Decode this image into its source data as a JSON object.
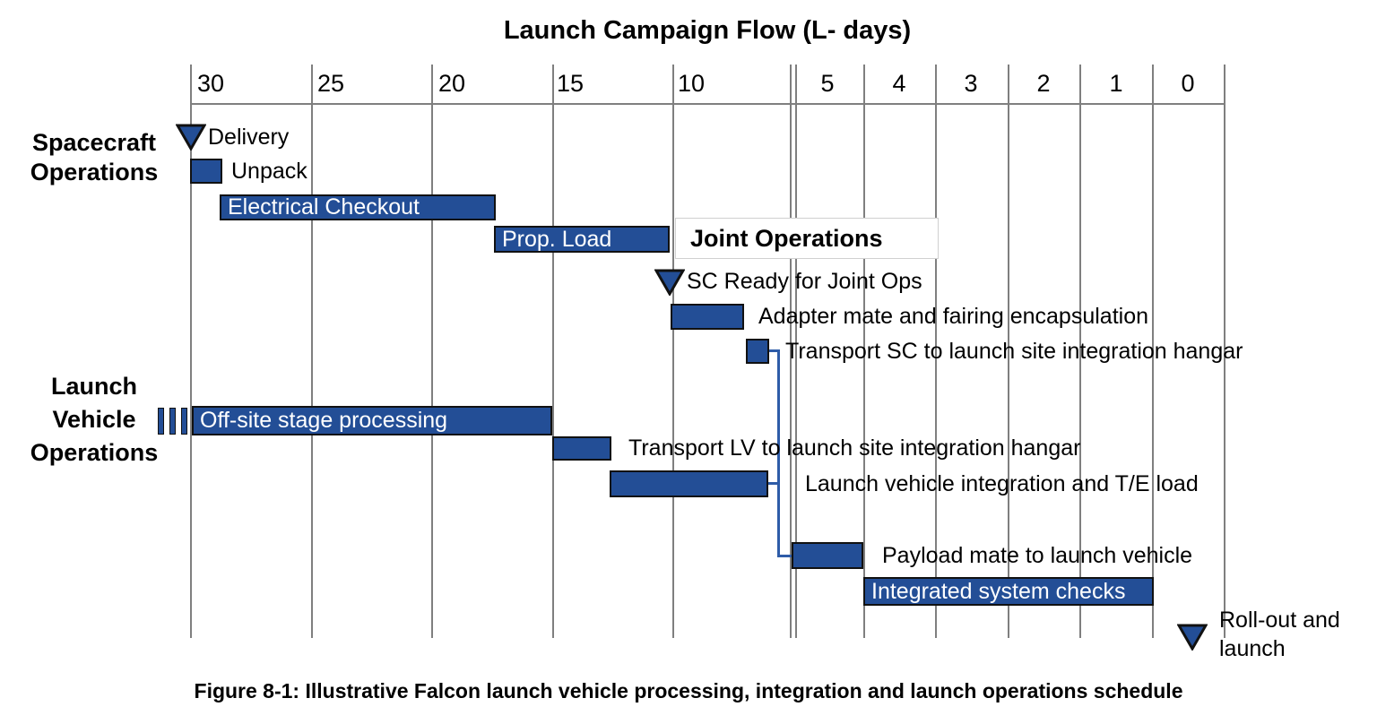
{
  "title": "Launch Campaign Flow (L- days)",
  "caption": "Figure 8-1: Illustrative Falcon launch vehicle processing, integration and launch operations schedule",
  "axis": {
    "ticks": [
      "30",
      "25",
      "20",
      "15",
      "10",
      "5",
      "4",
      "3",
      "2",
      "1",
      "0"
    ]
  },
  "sections": {
    "spacecraft": "Spacecraft\nOperations",
    "launch_vehicle": "Launch\nVehicle\nOperations"
  },
  "tasks": {
    "delivery": {
      "label": "Delivery",
      "type": "milestone",
      "l_day": 30
    },
    "unpack": {
      "label": "Unpack",
      "type": "bar",
      "start": 30,
      "end": 29
    },
    "electrical": {
      "label": "Electrical Checkout",
      "type": "bar",
      "start": 29,
      "end": 17.5
    },
    "prop_load": {
      "label": "Prop. Load",
      "type": "bar",
      "start": 17.5,
      "end": 10
    },
    "joint_ops": {
      "label": "Joint Operations",
      "type": "section-header"
    },
    "sc_ready": {
      "label": "SC Ready for Joint Ops",
      "type": "milestone",
      "l_day": 10
    },
    "adapter": {
      "label": "Adapter mate and fairing encapsulation",
      "type": "bar",
      "start": 10,
      "end": 7
    },
    "transport_sc": {
      "label": "Transport SC to launch site integration hangar",
      "type": "bar",
      "start": 7,
      "end": 6
    },
    "offsite": {
      "label": "Off-site stage processing",
      "type": "bar",
      "start": 30,
      "end": 15
    },
    "transport_lv": {
      "label": "Transport LV to launch site integration hangar",
      "type": "bar",
      "start": 15,
      "end": 12.5
    },
    "lv_integration": {
      "label": "Launch vehicle integration and T/E load",
      "type": "bar",
      "start": 12.5,
      "end": 6
    },
    "payload_mate": {
      "label": "Payload mate to launch vehicle",
      "type": "bar",
      "start": 5,
      "end": 4
    },
    "integrated_checks": {
      "label": "Integrated system checks",
      "type": "bar",
      "start": 4,
      "end": 1
    },
    "rollout": {
      "label": "Roll-out and launch",
      "type": "milestone",
      "l_day": 0
    }
  },
  "colors": {
    "bar_fill": "#234E96",
    "bar_border": "#111111",
    "connector": "#2E5CA8",
    "gridline": "#7f7f7f",
    "text": "#000000",
    "bar_text": "#ffffff"
  },
  "chart_data": {
    "type": "gantt",
    "title": "Launch Campaign Flow (L- days)",
    "x_axis": {
      "unit": "L- days (countdown to launch)",
      "tick_labels": [
        30,
        25,
        20,
        15,
        10,
        5,
        4,
        3,
        2,
        1,
        0
      ],
      "scale_break_between": [
        10,
        5
      ],
      "note": "left section compressed (5-day columns), right section expanded (1-day columns), double line marks scale break"
    },
    "groups": [
      {
        "name": "Spacecraft Operations",
        "tasks": [
          {
            "label": "Delivery",
            "type": "milestone",
            "l_day": 30
          },
          {
            "label": "Unpack",
            "type": "bar",
            "start": 30,
            "end": 29
          },
          {
            "label": "Electrical Checkout",
            "type": "bar",
            "start": 29,
            "end": 17.5
          },
          {
            "label": "Prop. Load",
            "type": "bar",
            "start": 17.5,
            "end": 10
          }
        ]
      },
      {
        "name": "Joint Operations",
        "tasks": [
          {
            "label": "SC Ready for Joint Ops",
            "type": "milestone",
            "l_day": 10
          },
          {
            "label": "Adapter mate and fairing encapsulation",
            "type": "bar",
            "start": 10,
            "end": 7
          },
          {
            "label": "Transport SC to launch site integration hangar",
            "type": "bar",
            "start": 7,
            "end": 6
          },
          {
            "label": "Payload mate to launch vehicle",
            "type": "bar",
            "start": 5,
            "end": 4
          },
          {
            "label": "Integrated system checks",
            "type": "bar",
            "start": 4,
            "end": 1
          },
          {
            "label": "Roll-out and launch",
            "type": "milestone",
            "l_day": 0
          }
        ]
      },
      {
        "name": "Launch Vehicle Operations",
        "tasks": [
          {
            "label": "Off-site stage processing",
            "type": "bar",
            "start": 30,
            "end": 15
          },
          {
            "label": "Transport LV to launch site integration hangar",
            "type": "bar",
            "start": 15,
            "end": 12.5
          },
          {
            "label": "Launch vehicle integration and T/E load",
            "type": "bar",
            "start": 12.5,
            "end": 6
          }
        ]
      }
    ],
    "dependencies": [
      "Transport SC to launch site integration hangar -> Payload mate to launch vehicle",
      "Launch vehicle integration and T/E load -> Payload mate to launch vehicle"
    ]
  }
}
